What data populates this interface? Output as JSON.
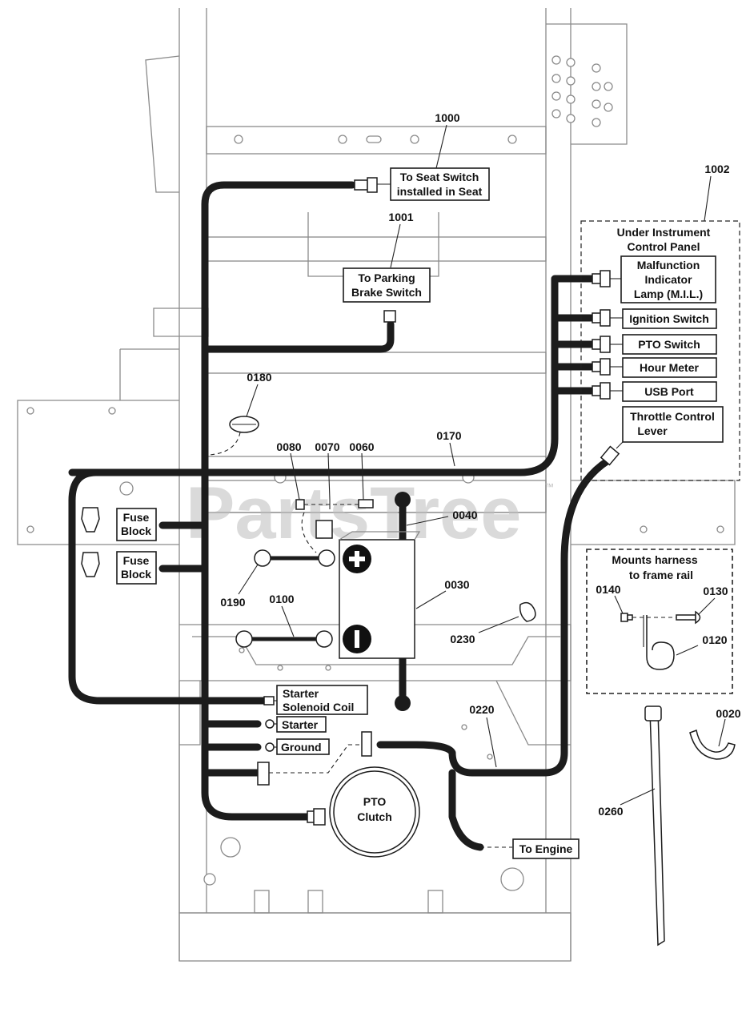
{
  "watermark": {
    "text": "PartsTree",
    "tm": "™"
  },
  "callouts": {
    "c1000": "1000",
    "c1001": "1001",
    "c1002": "1002",
    "c0180": "0180",
    "c0170": "0170",
    "c0080": "0080",
    "c0070": "0070",
    "c0060": "0060",
    "c0040": "0040",
    "c0030": "0030",
    "c0190": "0190",
    "c0100": "0100",
    "c0230": "0230",
    "c0220": "0220",
    "c0140": "0140",
    "c0130": "0130",
    "c0120": "0120",
    "c0020": "0020",
    "c0260": "0260"
  },
  "labels": {
    "seat_switch": [
      "To Seat Switch",
      "installed in Seat"
    ],
    "parking_brake": [
      "To Parking",
      "Brake Switch"
    ],
    "under_panel": [
      "Under Instrument",
      "Control Panel"
    ],
    "mil": [
      "Malfunction",
      "Indicator",
      "Lamp (M.I.L.)"
    ],
    "ignition": "Ignition Switch",
    "pto_switch": "PTO Switch",
    "hour_meter": "Hour Meter",
    "usb_port": "USB Port",
    "throttle": [
      "Throttle Control",
      "Lever"
    ],
    "fuse_block_1": [
      "Fuse",
      "Block"
    ],
    "fuse_block_2": [
      "Fuse",
      "Block"
    ],
    "starter_solenoid": [
      "Starter",
      "Solenoid Coil"
    ],
    "starter": "Starter",
    "ground": "Ground",
    "pto_clutch": [
      "PTO",
      "Clutch"
    ],
    "to_engine": "To Engine",
    "mounts": [
      "Mounts harness",
      "to frame rail"
    ]
  }
}
